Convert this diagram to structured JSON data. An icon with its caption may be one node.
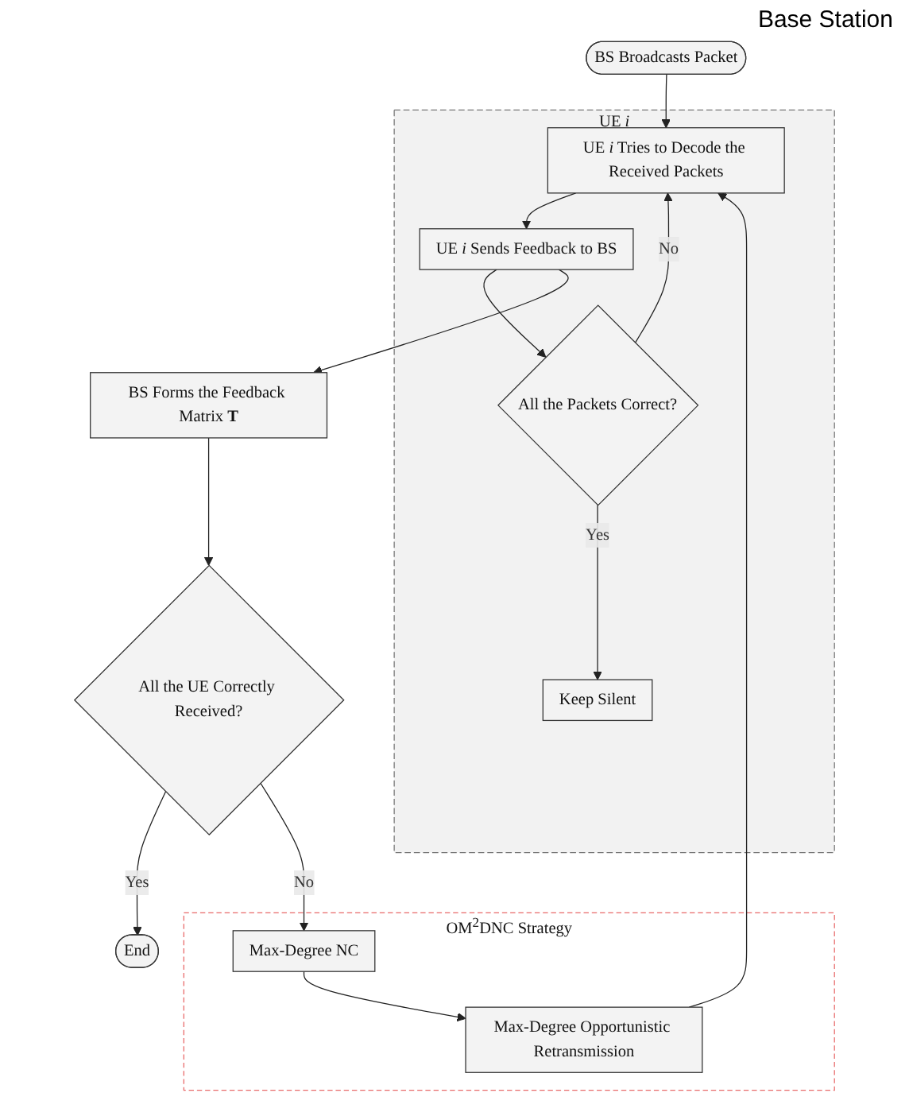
{
  "diagram": {
    "nodes": [
      {
        "text": [
          "BS Broadcasts Packet"
        ]
      },
      {
        "text": [
          "UE *i*"
        ]
      },
      {
        "text": [
          "UE *i* Tries to Decode the Received Packets"
        ],
        "in": 1
      },
      {
        "text": [
          "UE *i* Sends Feedback to BS"
        ],
        "in": 1
      },
      {
        "text": [
          "All the Packets Correct?"
        ],
        "in": 1
      },
      {
        "text": [
          "Keep Silent"
        ],
        "in": 1
      },
      {
        "text": [
          "BS Forms the Feedback Matrix **T**"
        ]
      },
      {
        "text": [
          "All the UE Correctly Received?"
        ]
      },
      {
        "text": [
          "OM$^{2}$DNC Strategy"
        ]
      },
      {
        "text": [
          "Max-Degree NC"
        ],
        "in": 8
      },
      {
        "text": [
          "Max-Degree Opportunistic Retransmission"
        ],
        "in": 8
      },
      {
        "text": [
          "End"
        ]
      }
    ],
    "edges": [
      {
        "from": 0,
        "to": 2,
        "arrow": "to"
      },
      {
        "from": 2,
        "to": 3,
        "arrow": "to"
      },
      {
        "from": 3,
        "to": 4,
        "arrow": "to"
      },
      {
        "from": 4,
        "to": 5,
        "arrow": "to",
        "label": "Yes"
      },
      {
        "from": 4,
        "to": 2,
        "arrow": "to",
        "label": "No"
      },
      {
        "from": 3,
        "to": 6,
        "arrow": "to"
      },
      {
        "from": 6,
        "to": 7,
        "arrow": "to"
      },
      {
        "from": 7,
        "to": 11,
        "arrow": "to",
        "label": "Yes"
      },
      {
        "from": 7,
        "to": 9,
        "arrow": "to",
        "label": "No"
      },
      {
        "from": 9,
        "to": 10,
        "arrow": "to"
      },
      {
        "from": 10,
        "to": 2,
        "arrow": "to"
      }
    ],
    "labels": [
      "Base Station"
    ]
  }
}
